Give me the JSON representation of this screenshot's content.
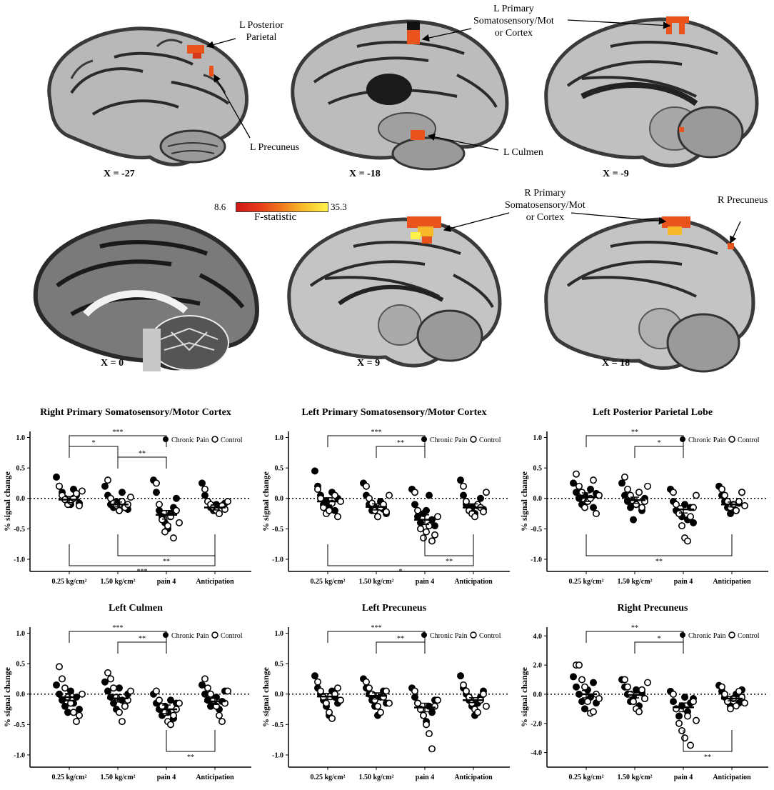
{
  "slices": [
    {
      "label": "X = -27"
    },
    {
      "label": "X = -18"
    },
    {
      "label": "X = -9"
    },
    {
      "label": "X = 0"
    },
    {
      "label": "X = 9"
    },
    {
      "label": "X = 18"
    }
  ],
  "annotations": {
    "l_posterior_parietal": "L Posterior\nParietal",
    "l_precuneus": "L Precuneus",
    "l_primary": "L Primary\nSomatosensory/Mot\nor Cortex",
    "l_culmen": "L Culmen",
    "r_primary": "R Primary\nSomatosensory/Mot\nor Cortex",
    "r_precuneus": "R Precuneus"
  },
  "colorbar": {
    "min": "8.6",
    "max": "35.3",
    "label": "F-statistic",
    "colors": [
      "#d11818",
      "#e63a1a",
      "#f07a1c",
      "#f7b92a",
      "#fff24a"
    ]
  },
  "chart_data": [
    {
      "type": "scatter",
      "title": "Right Primary Somatosensory/Motor Cortex",
      "ylabel": "% signal change",
      "categories": [
        "0.25 kg/cm²",
        "1.50 kg/cm²",
        "pain 4",
        "Anticipation"
      ],
      "yticks": [
        "1.0",
        "0.5",
        "0.0",
        "-0.5",
        "-1.0"
      ],
      "ylim": [
        -1.2,
        1.1
      ],
      "legend": [
        "Chronic Pain",
        "Control"
      ],
      "means": [
        -0.02,
        -0.1,
        -0.27,
        -0.15
      ],
      "sem": [
        0.05,
        0.04,
        0.07,
        0.04
      ],
      "series": [
        {
          "name": "Chronic Pain",
          "values": [
            [
              0.35,
              0.2,
              0.1,
              0.0,
              -0.05,
              -0.1,
              0.15,
              0.05,
              -0.08
            ],
            [
              0.2,
              0.05,
              -0.1,
              -0.15,
              -0.05,
              -0.2,
              0.1,
              -0.12,
              -0.18
            ],
            [
              0.3,
              0.1,
              -0.2,
              -0.3,
              -0.4,
              -0.5,
              -0.25,
              -0.15,
              0.0
            ],
            [
              0.25,
              0.05,
              -0.05,
              -0.15,
              -0.2,
              -0.1,
              -0.25,
              -0.12,
              -0.08
            ]
          ]
        },
        {
          "name": "Control",
          "values": [
            [
              0.2,
              0.05,
              -0.02,
              -0.1,
              -0.05,
              0.0,
              0.08,
              -0.12,
              0.12
            ],
            [
              0.3,
              0.0,
              -0.08,
              -0.12,
              -0.2,
              -0.05,
              -0.15,
              -0.1,
              0.02
            ],
            [
              0.25,
              -0.1,
              -0.35,
              -0.55,
              -0.45,
              -0.3,
              -0.65,
              -0.2,
              -0.4
            ],
            [
              0.15,
              -0.05,
              -0.1,
              -0.15,
              -0.2,
              -0.25,
              -0.12,
              -0.18,
              -0.05
            ]
          ]
        }
      ],
      "sig_top": [
        {
          "from": 0,
          "to": 2,
          "label": "***"
        },
        {
          "from": 0,
          "to": 1,
          "label": "*"
        },
        {
          "from": 1,
          "to": 2,
          "label": "**"
        }
      ],
      "sig_bottom": [
        {
          "from": 1,
          "to": 3,
          "label": "**"
        },
        {
          "from": 0,
          "to": 3,
          "label": "***"
        }
      ]
    },
    {
      "type": "scatter",
      "title": "Left Primary Somatosensory/Motor Cortex",
      "ylabel": "% signal change",
      "categories": [
        "0.25 kg/cm²",
        "1.50 kg/cm²",
        "pain 4",
        "Anticipation"
      ],
      "yticks": [
        "1.0",
        "0.5",
        "0.0",
        "-0.5",
        "-1.0"
      ],
      "ylim": [
        -1.2,
        1.1
      ],
      "legend": [
        "Chronic Pain",
        "Control"
      ],
      "means": [
        -0.05,
        -0.14,
        -0.35,
        -0.15
      ],
      "sem": [
        0.06,
        0.05,
        0.08,
        0.06
      ],
      "series": [
        {
          "name": "Chronic Pain",
          "values": [
            [
              0.45,
              0.2,
              0.05,
              -0.1,
              -0.05,
              -0.15,
              0.1,
              -0.2,
              0.0
            ],
            [
              0.25,
              0.05,
              -0.1,
              -0.2,
              -0.15,
              -0.3,
              -0.05,
              -0.18,
              -0.25
            ],
            [
              0.15,
              -0.1,
              -0.3,
              -0.4,
              -0.25,
              -0.2,
              0.05,
              -0.35,
              -0.45
            ],
            [
              0.3,
              0.05,
              -0.1,
              -0.2,
              -0.15,
              -0.25,
              -0.12,
              0.0,
              -0.18
            ]
          ]
        },
        {
          "name": "Control",
          "values": [
            [
              0.15,
              0.0,
              -0.15,
              -0.25,
              -0.2,
              -0.08,
              0.05,
              -0.3,
              -0.05
            ],
            [
              0.2,
              0.0,
              -0.08,
              -0.2,
              -0.3,
              -0.15,
              -0.1,
              -0.22,
              0.05
            ],
            [
              0.1,
              -0.2,
              -0.5,
              -0.65,
              -0.55,
              -0.45,
              -0.7,
              -0.6,
              -0.3
            ],
            [
              0.2,
              -0.05,
              -0.2,
              -0.25,
              -0.3,
              -0.1,
              -0.15,
              -0.22,
              0.1
            ]
          ]
        }
      ],
      "sig_top": [
        {
          "from": 0,
          "to": 2,
          "label": "***"
        },
        {
          "from": 1,
          "to": 2,
          "label": "**"
        }
      ],
      "sig_bottom": [
        {
          "from": 2,
          "to": 3,
          "label": "**"
        },
        {
          "from": 0,
          "to": 3,
          "label": "*"
        }
      ]
    },
    {
      "type": "scatter",
      "title": "Left Posterior Parietal Lobe",
      "ylabel": "% signal change",
      "categories": [
        "0.25 kg/cm²",
        "1.50 kg/cm²",
        "pain 4",
        "Anticipation"
      ],
      "yticks": [
        "1.0",
        "0.5",
        "0.0",
        "-0.5",
        "-1.0"
      ],
      "ylim": [
        -1.2,
        1.1
      ],
      "legend": [
        "Chronic Pain",
        "Control"
      ],
      "means": [
        0.02,
        -0.03,
        -0.18,
        -0.1
      ],
      "sem": [
        0.07,
        0.05,
        0.06,
        0.04
      ],
      "series": [
        {
          "name": "Chronic Pain",
          "values": [
            [
              0.25,
              0.1,
              0.0,
              -0.1,
              0.05,
              -0.05,
              0.15,
              -0.15,
              0.08
            ],
            [
              0.25,
              0.05,
              -0.05,
              -0.15,
              -0.35,
              -0.1,
              0.1,
              -0.2,
              0.0
            ],
            [
              0.15,
              -0.05,
              -0.2,
              -0.25,
              -0.3,
              -0.1,
              -0.35,
              -0.15,
              -0.4
            ],
            [
              0.2,
              0.05,
              -0.05,
              -0.15,
              -0.25,
              -0.1,
              -0.2,
              -0.08,
              0.1
            ]
          ]
        },
        {
          "name": "Control",
          "values": [
            [
              0.4,
              0.2,
              0.1,
              -0.15,
              -0.05,
              0.0,
              0.3,
              -0.25,
              0.05
            ],
            [
              0.35,
              0.15,
              0.05,
              -0.05,
              -0.1,
              0.1,
              -0.15,
              -0.05,
              0.2
            ],
            [
              0.1,
              -0.1,
              -0.25,
              -0.45,
              -0.65,
              -0.7,
              -0.3,
              -0.15,
              0.05
            ],
            [
              0.15,
              0.05,
              -0.05,
              -0.15,
              -0.1,
              -0.2,
              -0.05,
              0.1,
              -0.12
            ]
          ]
        }
      ],
      "sig_top": [
        {
          "from": 0,
          "to": 2,
          "label": "**"
        },
        {
          "from": 1,
          "to": 2,
          "label": "*"
        }
      ],
      "sig_bottom": [
        {
          "from": 0,
          "to": 3,
          "label": "**"
        }
      ]
    },
    {
      "type": "scatter",
      "title": "Left Culmen",
      "ylabel": "% signal change",
      "categories": [
        "0.25 kg/cm²",
        "1.50 kg/cm²",
        "pain 4",
        "Anticipation"
      ],
      "yticks": [
        "1.0",
        "0.5",
        "0.0",
        "-0.5",
        "-1.0"
      ],
      "ylim": [
        -1.2,
        1.1
      ],
      "legend": [
        "Chronic Pain",
        "Control"
      ],
      "means": [
        -0.05,
        -0.07,
        -0.25,
        -0.12
      ],
      "sem": [
        0.06,
        0.06,
        0.07,
        0.05
      ],
      "series": [
        {
          "name": "Chronic Pain",
          "values": [
            [
              0.15,
              0.0,
              -0.1,
              -0.2,
              -0.3,
              0.05,
              -0.15,
              -0.05,
              -0.25
            ],
            [
              0.2,
              0.05,
              -0.05,
              -0.15,
              -0.25,
              0.1,
              -0.1,
              -0.2,
              0.0
            ],
            [
              0.0,
              -0.15,
              -0.25,
              -0.35,
              -0.2,
              -0.3,
              -0.1,
              -0.4,
              -0.15
            ],
            [
              0.15,
              0.0,
              -0.1,
              -0.2,
              -0.15,
              -0.05,
              -0.25,
              -0.12,
              0.05
            ]
          ]
        },
        {
          "name": "Control",
          "values": [
            [
              0.45,
              0.25,
              0.1,
              -0.05,
              -0.15,
              -0.3,
              -0.45,
              -0.35,
              0.0
            ],
            [
              0.35,
              0.25,
              0.1,
              -0.05,
              -0.3,
              -0.45,
              -0.2,
              -0.1,
              0.05
            ],
            [
              0.05,
              -0.1,
              -0.2,
              -0.3,
              -0.45,
              -0.5,
              -0.35,
              -0.25,
              -0.15
            ],
            [
              0.25,
              0.1,
              0.0,
              -0.1,
              -0.2,
              -0.35,
              -0.45,
              -0.15,
              0.05
            ]
          ]
        }
      ],
      "sig_top": [
        {
          "from": 0,
          "to": 2,
          "label": "***"
        },
        {
          "from": 1,
          "to": 2,
          "label": "**"
        }
      ],
      "sig_bottom": [
        {
          "from": 2,
          "to": 3,
          "label": "**"
        }
      ]
    },
    {
      "type": "scatter",
      "title": "Left Precuneus",
      "ylabel": "% signal change",
      "categories": [
        "0.25 kg/cm²",
        "1.50 kg/cm²",
        "pain 4",
        "Anticipation"
      ],
      "yticks": [
        "1.0",
        "0.5",
        "0.0",
        "-0.5",
        "-1.0"
      ],
      "ylim": [
        -1.2,
        1.1
      ],
      "legend": [
        "Chronic Pain",
        "Control"
      ],
      "means": [
        -0.04,
        -0.03,
        -0.22,
        -0.1
      ],
      "sem": [
        0.05,
        0.05,
        0.07,
        0.04
      ],
      "series": [
        {
          "name": "Chronic Pain",
          "values": [
            [
              0.3,
              0.1,
              0.0,
              -0.1,
              -0.2,
              -0.35,
              0.05,
              -0.05,
              -0.15
            ],
            [
              0.25,
              0.1,
              0.0,
              -0.1,
              -0.2,
              -0.35,
              -0.05,
              0.05,
              -0.15
            ],
            [
              0.1,
              -0.05,
              -0.15,
              -0.25,
              -0.35,
              -0.45,
              -0.2,
              -0.3,
              -0.1
            ],
            [
              0.3,
              0.1,
              0.0,
              -0.1,
              -0.2,
              -0.35,
              -0.15,
              -0.05,
              0.05
            ]
          ]
        },
        {
          "name": "Control",
          "values": [
            [
              0.2,
              0.05,
              -0.05,
              -0.15,
              -0.3,
              -0.4,
              0.0,
              0.1,
              -0.1
            ],
            [
              0.2,
              0.1,
              0.0,
              -0.1,
              -0.2,
              -0.3,
              -0.05,
              0.05,
              -0.15
            ],
            [
              0.05,
              -0.15,
              -0.25,
              -0.35,
              -0.5,
              -0.65,
              -0.9,
              -0.2,
              -0.1
            ],
            [
              0.15,
              0.05,
              -0.05,
              -0.15,
              -0.25,
              -0.3,
              -0.1,
              0.0,
              -0.2
            ]
          ]
        }
      ],
      "sig_top": [
        {
          "from": 0,
          "to": 2,
          "label": "***"
        },
        {
          "from": 1,
          "to": 2,
          "label": "**"
        }
      ],
      "sig_bottom": []
    },
    {
      "type": "scatter",
      "title": "Right Precuneus",
      "ylabel": "% signal change",
      "categories": [
        "0.25 kg/cm²",
        "1.50 kg/cm²",
        "pain 4",
        "Anticipation"
      ],
      "yticks": [
        "4.0",
        "2.0",
        "0.0",
        "-2.0",
        "-4.0"
      ],
      "ylim": [
        -5.0,
        4.6
      ],
      "legend": [
        "Chronic Pain",
        "Control"
      ],
      "means": [
        0.0,
        -0.05,
        -0.9,
        -0.3
      ],
      "sem": [
        0.25,
        0.2,
        0.3,
        0.15
      ],
      "series": [
        {
          "name": "Chronic Pain",
          "values": [
            [
              1.2,
              0.5,
              0.0,
              -0.5,
              -1.0,
              0.3,
              -0.2,
              0.8,
              -0.6
            ],
            [
              1.0,
              0.5,
              0.0,
              -0.5,
              -0.2,
              0.3,
              -0.8,
              0.1,
              -0.3
            ],
            [
              0.2,
              -0.5,
              -1.0,
              -1.5,
              -0.8,
              -0.2,
              -1.2,
              -0.6,
              -0.3
            ],
            [
              0.6,
              0.2,
              -0.2,
              -0.5,
              -0.8,
              -0.3,
              0.0,
              -0.6,
              0.3
            ]
          ]
        },
        {
          "name": "Control",
          "values": [
            [
              2.0,
              2.0,
              1.0,
              0.5,
              -0.5,
              -1.3,
              -1.2,
              0.0,
              -0.3
            ],
            [
              1.0,
              0.5,
              0.0,
              -0.5,
              -1.0,
              -1.2,
              0.3,
              -0.3,
              0.8
            ],
            [
              0.0,
              -1.0,
              -2.0,
              -2.5,
              -3.0,
              -1.5,
              -3.5,
              -0.5,
              -1.8
            ],
            [
              0.5,
              0.0,
              -0.5,
              -1.0,
              -0.3,
              -0.8,
              0.2,
              -0.2,
              -0.6
            ]
          ]
        }
      ],
      "sig_top": [
        {
          "from": 0,
          "to": 2,
          "label": "**"
        },
        {
          "from": 1,
          "to": 2,
          "label": "*"
        }
      ],
      "sig_bottom": [
        {
          "from": 2,
          "to": 3,
          "label": "**"
        }
      ]
    }
  ]
}
